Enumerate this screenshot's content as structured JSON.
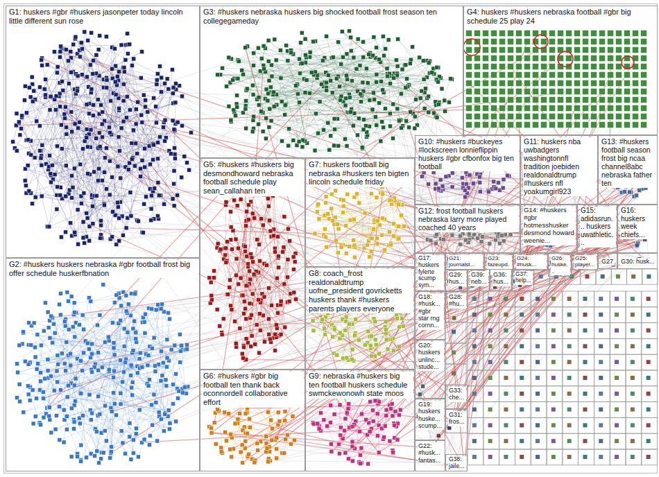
{
  "diagram": {
    "nodes": [
      {
        "text": [
          "G1: huskers #gbr #huskers jasonpeter today lincoln little different sun rose"
        ]
      },
      {
        "text": [
          "G3: #huskers nebraska huskers big shocked football frost season ten collegegameday"
        ]
      },
      {
        "text": [
          "G4: huskers #huskers nebraska football #gbr big schedule 25 play 24"
        ]
      },
      {
        "text": [
          "G5: #huskers #huskers big desmondhoward nebraska football schedule play sean_callahan ten"
        ]
      },
      {
        "text": [
          "G7: huskers football big nebraska #huskers ten bigten lincoln schedule friday"
        ]
      },
      {
        "text": [
          "G10: #huskers #buckeyes #lockscreen lonnieflippin huskers #gbr cfbonfox big ten football"
        ]
      },
      {
        "text": [
          "G11: huskers nba uwbadgers washingtonnfl tradition joebiden realdonaldtrump #huskers nfl yoakumgirl923"
        ]
      },
      {
        "text": [
          "G13: #huskers football season frost big ncaa channel8abc nebraska father ten"
        ]
      },
      {
        "text": [
          "G12: frost football huskers nebraska larry more played coached 40 years"
        ]
      },
      {
        "text": [
          "G14: #huskers #gbr hotmesshusker desmond howard weenie..."
        ]
      },
      {
        "text": [
          "G15: adidasrun... huskers uwathletic..."
        ]
      },
      {
        "text": [
          "G16: huskers week chiefs..."
        ]
      },
      {
        "text": [
          "G2: #huskers huskers nebraska #gbr football frost big offer schedule huskerfbnation"
        ]
      },
      {
        "text": [
          "G6: #huskers #gbr big football ten thank back oconnordell collaborative effort"
        ]
      },
      {
        "text": [
          "G8: coach_frost realdonaldtrump uofne_president govricketts huskers thank #huskers parents players everyone"
        ]
      },
      {
        "text": [
          "G9: nebraska #huskers big ten football huskers schedule swmckewonowh state moos"
        ]
      },
      {
        "text": [
          "G17: huskers fylerte scump sym..."
        ]
      },
      {
        "text": [
          "G21: journalst..."
        ]
      },
      {
        "text": [
          "G23: fazeupd..."
        ]
      },
      {
        "text": [
          "G24: #husk..."
        ]
      },
      {
        "text": [
          "G26: huske..."
        ]
      },
      {
        "text": [
          "G25: player..."
        ]
      },
      {
        "text": [
          "G27"
        ]
      },
      {
        "text": [
          "G30: husk..."
        ]
      },
      {
        "text": [
          "G29: hus..."
        ]
      },
      {
        "text": [
          "G39: neb..."
        ]
      },
      {
        "text": [
          "G36: hus..."
        ]
      },
      {
        "text": [
          "G37: help..."
        ]
      },
      {
        "text": [
          "G18: #husk... #gbr star rng cornn..."
        ]
      },
      {
        "text": [
          "G28: #hu..."
        ]
      },
      {
        "text": [
          "G20: huskers unlinc... stude..."
        ]
      },
      {
        "text": [
          "G33: che..."
        ]
      },
      {
        "text": [
          "G19: huskers huske... scump..."
        ]
      },
      {
        "text": [
          "G31: fros..."
        ]
      },
      {
        "text": [
          "G22: #husk... fantas..."
        ]
      },
      {
        "text": [
          "G38: jaile..."
        ]
      }
    ]
  }
}
